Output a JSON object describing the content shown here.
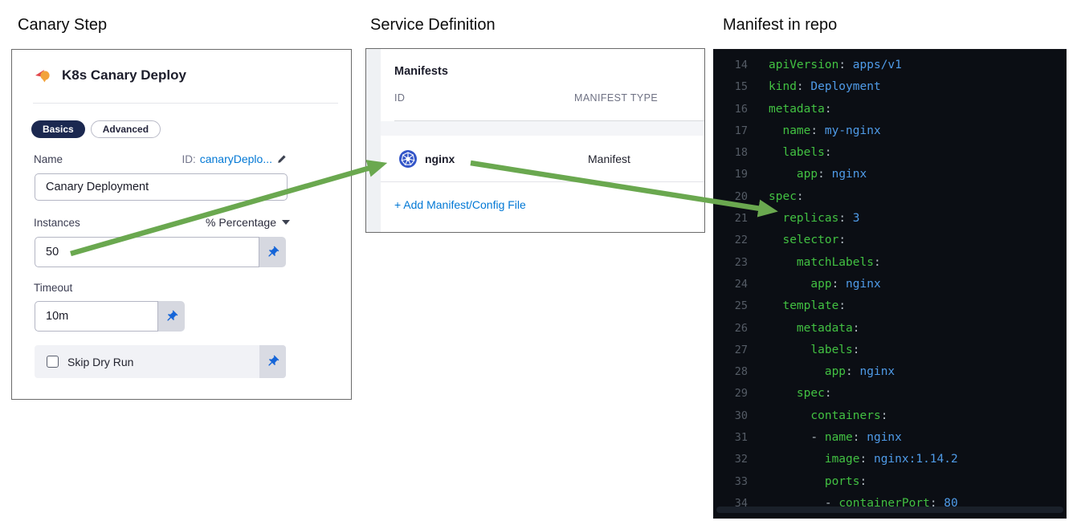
{
  "page": {
    "titles": {
      "canary_step": "Canary Step",
      "service_definition": "Service Definition",
      "manifest_in_repo": "Manifest in repo"
    }
  },
  "canary_panel": {
    "title": "K8s Canary Deploy",
    "tabs": [
      {
        "label": "Basics",
        "active": true
      },
      {
        "label": "Advanced",
        "active": false
      }
    ],
    "name_field": {
      "label": "Name",
      "id_label": "ID:",
      "id_value": "canaryDeplo...",
      "value": "Canary Deployment"
    },
    "instances_field": {
      "label": "Instances",
      "unit_selector": "% Percentage",
      "value": "50"
    },
    "timeout_field": {
      "label": "Timeout",
      "value": "10m"
    },
    "skip_dry_run": {
      "label": "Skip Dry Run",
      "checked": false
    }
  },
  "service_panel": {
    "section_title": "Manifests",
    "columns": [
      "ID",
      "MANIFEST TYPE"
    ],
    "rows": [
      {
        "id": "nginx",
        "type": "Manifest",
        "icon": "kubernetes-icon"
      }
    ],
    "add_link": "+ Add Manifest/Config File"
  },
  "code_panel": {
    "language": "yaml",
    "lines": [
      {
        "num": 14,
        "indent": 0,
        "dash": false,
        "key": "apiVersion",
        "value": "apps/v1"
      },
      {
        "num": 15,
        "indent": 0,
        "dash": false,
        "key": "kind",
        "value": "Deployment"
      },
      {
        "num": 16,
        "indent": 0,
        "dash": false,
        "key": "metadata",
        "value": null
      },
      {
        "num": 17,
        "indent": 1,
        "dash": false,
        "key": "name",
        "value": "my-nginx"
      },
      {
        "num": 18,
        "indent": 1,
        "dash": false,
        "key": "labels",
        "value": null
      },
      {
        "num": 19,
        "indent": 2,
        "dash": false,
        "key": "app",
        "value": "nginx"
      },
      {
        "num": 20,
        "indent": 0,
        "dash": false,
        "key": "spec",
        "value": null
      },
      {
        "num": 21,
        "indent": 1,
        "dash": false,
        "key": "replicas",
        "value": "3"
      },
      {
        "num": 22,
        "indent": 1,
        "dash": false,
        "key": "selector",
        "value": null
      },
      {
        "num": 23,
        "indent": 2,
        "dash": false,
        "key": "matchLabels",
        "value": null
      },
      {
        "num": 24,
        "indent": 3,
        "dash": false,
        "key": "app",
        "value": "nginx"
      },
      {
        "num": 25,
        "indent": 1,
        "dash": false,
        "key": "template",
        "value": null
      },
      {
        "num": 26,
        "indent": 2,
        "dash": false,
        "key": "metadata",
        "value": null
      },
      {
        "num": 27,
        "indent": 3,
        "dash": false,
        "key": "labels",
        "value": null
      },
      {
        "num": 28,
        "indent": 4,
        "dash": false,
        "key": "app",
        "value": "nginx"
      },
      {
        "num": 29,
        "indent": 2,
        "dash": false,
        "key": "spec",
        "value": null
      },
      {
        "num": 30,
        "indent": 3,
        "dash": false,
        "key": "containers",
        "value": null
      },
      {
        "num": 31,
        "indent": 3,
        "dash": true,
        "key": "name",
        "value": "nginx"
      },
      {
        "num": 32,
        "indent": 4,
        "dash": false,
        "key": "image",
        "value": "nginx:1.14.2"
      },
      {
        "num": 33,
        "indent": 4,
        "dash": false,
        "key": "ports",
        "value": null
      },
      {
        "num": 34,
        "indent": 4,
        "dash": true,
        "key": "containerPort",
        "value": "80"
      }
    ]
  },
  "arrows": {
    "color": "#6aa84f"
  },
  "colors": {
    "link_blue": "#0278d5",
    "pill_navy": "#1b2850",
    "pin_blue": "#1565d8",
    "kubernetes_blue": "#3355c8",
    "code_background": "#0b0e14",
    "code_key_green": "#42c142",
    "code_value_blue": "#4f9be8",
    "arrow_green": "#6aa84f"
  }
}
